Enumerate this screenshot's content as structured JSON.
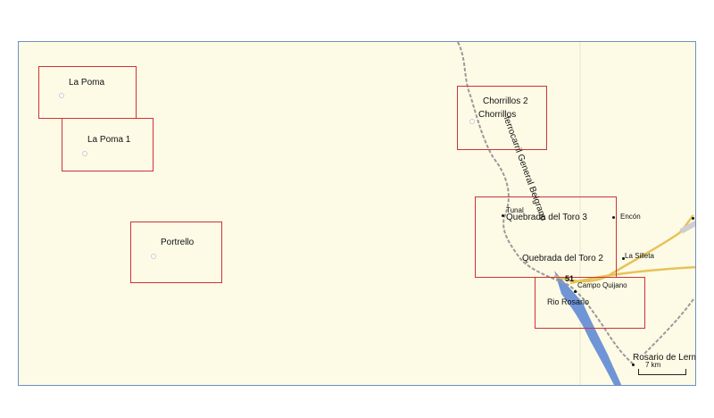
{
  "map": {
    "areas": [
      {
        "name": "La Poma"
      },
      {
        "name": "La Poma 1"
      },
      {
        "name": "Portrello"
      },
      {
        "name": "Chorrillos 2"
      },
      {
        "name": "Chorrillos"
      },
      {
        "name": "Quebrada del Toro 3"
      },
      {
        "name": "Quebrada del Toro 2"
      },
      {
        "name": "Rio Rosario"
      }
    ],
    "places": {
      "tunal": "Tunal",
      "encon": "Encón",
      "silleta": "La Silleta",
      "campo_quijano": "Campo Quijano",
      "rosario": "Rosario de Lerma"
    },
    "railway_label": "ferrocarril General Belgrano",
    "route_label": "51",
    "scale_label": "7 km",
    "colors": {
      "background": "#fdfbe6",
      "frame": "#6f8fc4",
      "area_outline": "#cc3333",
      "road": "#e6c35a",
      "river": "#6f95d6",
      "railway": "#999999"
    }
  }
}
